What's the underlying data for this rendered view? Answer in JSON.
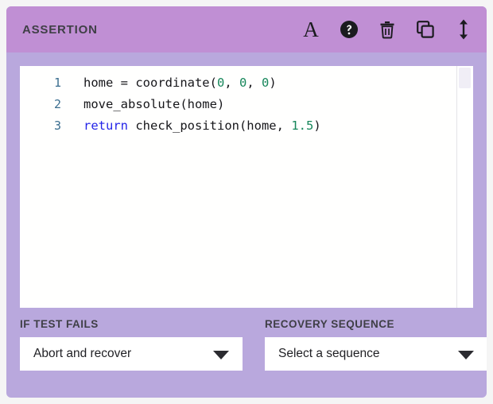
{
  "panel": {
    "background_color": "#b9a8dd",
    "page_background": "#f5f5f5"
  },
  "header": {
    "title": "ASSERTION",
    "background_color": "#c08fd4",
    "tools": [
      {
        "name": "font-icon",
        "label": "A",
        "title": "Text formatting"
      },
      {
        "name": "help-icon",
        "label": "?",
        "title": "Help"
      },
      {
        "name": "delete-icon",
        "label": "Delete",
        "title": "Delete"
      },
      {
        "name": "duplicate-icon",
        "label": "Duplicate",
        "title": "Duplicate"
      },
      {
        "name": "resize-icon",
        "label": "Resize",
        "title": "Resize"
      }
    ]
  },
  "editor": {
    "line_number_color": "#3b6e8f",
    "keyword_color": "#2323e8",
    "number_color": "#17875b",
    "lines": [
      {
        "number": "1",
        "segments": [
          {
            "text": "home = coordinate(",
            "type": "plain"
          },
          {
            "text": "0",
            "type": "number"
          },
          {
            "text": ", ",
            "type": "plain"
          },
          {
            "text": "0",
            "type": "number"
          },
          {
            "text": ", ",
            "type": "plain"
          },
          {
            "text": "0",
            "type": "number"
          },
          {
            "text": ")",
            "type": "plain"
          }
        ]
      },
      {
        "number": "2",
        "segments": [
          {
            "text": "move_absolute(home)",
            "type": "plain"
          }
        ]
      },
      {
        "number": "3",
        "segments": [
          {
            "text": "return",
            "type": "keyword"
          },
          {
            "text": " check_position(home, ",
            "type": "plain"
          },
          {
            "text": "1.5",
            "type": "number"
          },
          {
            "text": ")",
            "type": "plain"
          }
        ]
      }
    ]
  },
  "footer": {
    "if_test_fails": {
      "label": "IF TEST FAILS",
      "value": "Abort and recover"
    },
    "recovery_sequence": {
      "label": "RECOVERY SEQUENCE",
      "value": "Select a sequence"
    }
  }
}
